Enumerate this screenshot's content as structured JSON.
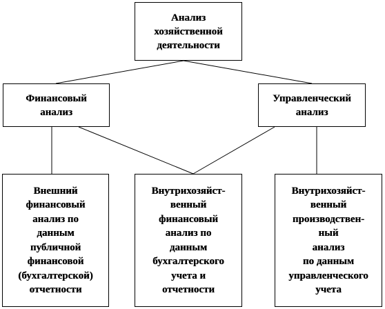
{
  "diagram": {
    "root": {
      "text": "Анализ\nхозяйственной\nдеятельности"
    },
    "level1": [
      {
        "text": "Финансовый\nанализ"
      },
      {
        "text": "Управленческий\nанализ"
      }
    ],
    "level2": [
      {
        "text": "Внешний\nфинансовый\nанализ по\nданным\nпубличной\nфинансовой\n(бухгалтерской)\nотчетности"
      },
      {
        "text": "Внутрихозяйст-\nвенный\nфинансовый\nанализ по\nданным\nбухгалтерского\nучета и\nотчетности"
      },
      {
        "text": "Внутрихозяйст-\nвенный\nпроизводствен-\nный\nанализ\nпо данным\nуправленческого\nучета"
      }
    ],
    "line_color": "#000000"
  }
}
